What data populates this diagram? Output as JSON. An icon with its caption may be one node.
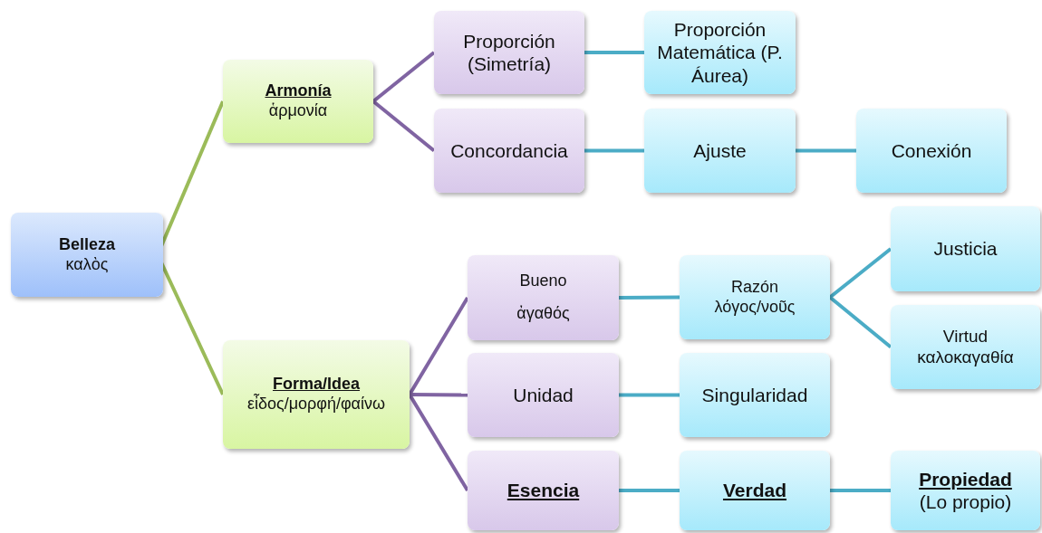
{
  "diagram": {
    "nodes": [
      {
        "text": [
          "Belleza",
          "καλὸς"
        ]
      },
      {
        "text": [
          "Armonía",
          "ἁρμονία"
        ]
      },
      {
        "text": [
          "Forma/Idea",
          "εἶδος/μορφή/φαίνω"
        ]
      },
      {
        "text": [
          "Proporción (Simetría)"
        ]
      },
      {
        "text": [
          "Concordancia"
        ]
      },
      {
        "text": [
          "Proporción Matemática (P. Áurea)"
        ]
      },
      {
        "text": [
          "Ajuste"
        ]
      },
      {
        "text": [
          "Conexión"
        ]
      },
      {
        "text": [
          "Bueno",
          "ἀγαθός"
        ]
      },
      {
        "text": [
          "Razón",
          "λόγος/νοῦς"
        ]
      },
      {
        "text": [
          "Justicia"
        ]
      },
      {
        "text": [
          "Virtud",
          "καλοκαγαθία"
        ]
      },
      {
        "text": [
          "Unidad"
        ]
      },
      {
        "text": [
          "Singularidad"
        ]
      },
      {
        "text": [
          "Esencia"
        ]
      },
      {
        "text": [
          "Verdad"
        ]
      },
      {
        "text": [
          "Propiedad",
          "(Lo propio)"
        ]
      }
    ],
    "edges": [
      {
        "from": 0,
        "to": 1,
        "arrow": "none",
        "color": "#9bbb59"
      },
      {
        "from": 0,
        "to": 2,
        "arrow": "none",
        "color": "#9bbb59"
      },
      {
        "from": 1,
        "to": 3,
        "arrow": "none",
        "color": "#8064a2"
      },
      {
        "from": 1,
        "to": 4,
        "arrow": "none",
        "color": "#8064a2"
      },
      {
        "from": 3,
        "to": 5,
        "arrow": "none"
      },
      {
        "from": 4,
        "to": 6,
        "arrow": "none"
      },
      {
        "from": 6,
        "to": 7,
        "arrow": "none"
      },
      {
        "from": 2,
        "to": 8,
        "arrow": "none",
        "color": "#8064a2"
      },
      {
        "from": 2,
        "to": 12,
        "arrow": "none",
        "color": "#8064a2"
      },
      {
        "from": 2,
        "to": 14,
        "arrow": "none",
        "color": "#8064a2"
      },
      {
        "from": 8,
        "to": 9,
        "arrow": "none"
      },
      {
        "from": 9,
        "to": 10,
        "arrow": "none"
      },
      {
        "from": 9,
        "to": 11,
        "arrow": "none"
      },
      {
        "from": 12,
        "to": 13,
        "arrow": "none"
      },
      {
        "from": 14,
        "to": 15,
        "arrow": "none"
      },
      {
        "from": 15,
        "to": 16,
        "arrow": "none"
      }
    ]
  }
}
